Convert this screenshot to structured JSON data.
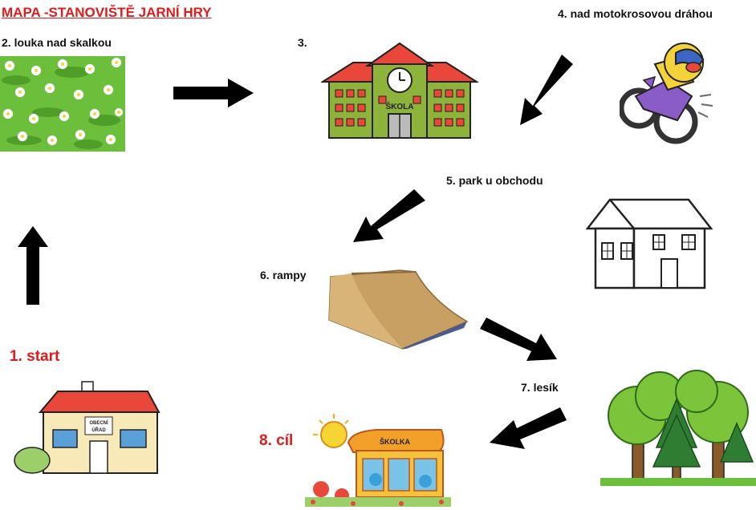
{
  "title": "MAPA -STANOVIŠTĚ JARNÍ HRY",
  "stations": {
    "s1": "1. start",
    "s2": "2. louka nad skalkou",
    "s3": "3.",
    "s4": "4. nad motokrosovou dráhou",
    "s5": "5. park u obchodu",
    "s6": "6. rampy",
    "s7": "7. lesík",
    "s8": "8. cíl"
  },
  "signs": {
    "school": "ŠKOLA",
    "office_line1": "OBECNÍ",
    "office_line2": "ÚŘAD",
    "kindergarten": "ŠKOLKA"
  },
  "colors": {
    "title": "#e01b1b",
    "arrow": "#000000",
    "school_wall": "#8db33a",
    "roof": "#e8473a"
  }
}
